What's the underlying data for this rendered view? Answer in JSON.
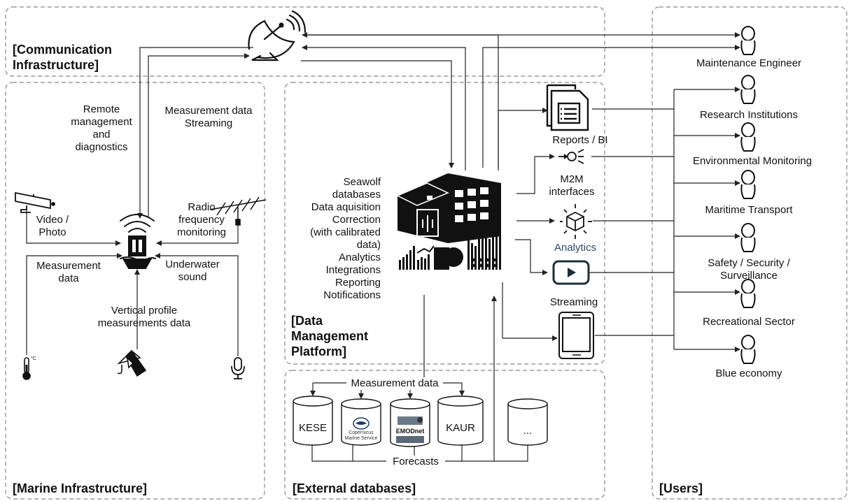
{
  "sections": {
    "communication": "[Communication Infrastructure]",
    "marine": "[Marine Infrastructure]",
    "data_platform": "[Data Management Platform]",
    "external": "[External databases]",
    "users": "[Users]"
  },
  "marine": {
    "remote_management": "Remote management and diagnostics",
    "measurement_streaming": "Measurement data Streaming",
    "video_photo": "Video / Photo",
    "radio_monitoring": "Radio frequency monitoring",
    "measurement_data": "Measurement data",
    "underwater_sound": "Underwater sound",
    "vertical_profile": "Vertical profile measurements data",
    "thermometer_unit": "°C"
  },
  "platform": {
    "functions": [
      "Seawolf",
      "databases",
      "Data aquisition",
      "Correction",
      "(with calibrated",
      "data)",
      "Analytics",
      "Integrations",
      "Reporting",
      "Notifications"
    ],
    "outputs": {
      "reports": "Reports / BI",
      "m2m": "M2M interfaces",
      "analytics": "Analytics",
      "streaming": "Streaming"
    }
  },
  "external": {
    "measurement_data": "Measurement data",
    "forecasts": "Forecasts",
    "databases": [
      "KESE",
      "Copernicus Marine Service",
      "EMODnet",
      "KAUR",
      "..."
    ]
  },
  "users": [
    "Maintenance Engineer",
    "Research Institutions",
    "Environmental Monitoring",
    "Maritime Transport",
    "Safety / Security / Surveillance",
    "Recreational Sector",
    "Blue economy"
  ],
  "colors": {
    "analytics_text": "#2d4a6b",
    "line": "#222222",
    "dash": "#888888"
  }
}
